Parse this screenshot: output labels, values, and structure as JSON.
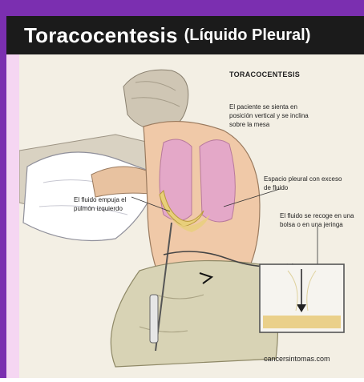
{
  "header": {
    "title_main": "Toracocentesis",
    "title_sub": "(Líquido Pleural)"
  },
  "labels": {
    "heading": "TORACOCENTESIS",
    "patient": "El paciente se sienta en posición vertical y se inclina sobre la mesa",
    "pleural_space": "Espacio pleural con exceso de fluido",
    "fluid_pushes": "El fluido empuja el pulmón izquierdo",
    "collection": "El fluido se recoge en una bolsa o en una jeringa",
    "source": "cancersintomas.com"
  },
  "colors": {
    "brand_purple": "#7b2fb0",
    "title_bg": "#1b1b1b",
    "lung_pink": "#e4a8c8",
    "fluid_yellow": "#e8cf7a"
  }
}
